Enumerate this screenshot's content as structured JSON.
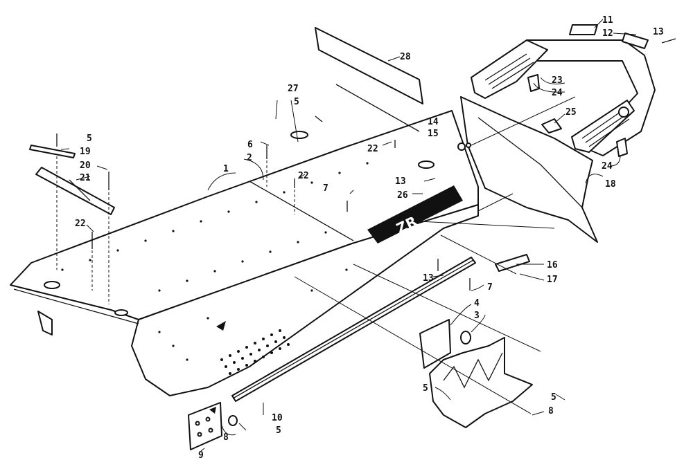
{
  "callouts": {
    "c1": "1",
    "c2": "2",
    "c3": "3",
    "c4": "4",
    "c5a": "5",
    "c5b": "5",
    "c5c": "5",
    "c5d": "5",
    "c5e": "5",
    "c6": "6",
    "c7a": "7",
    "c7b": "7",
    "c8a": "8",
    "c8b": "8",
    "c9": "9",
    "c10": "10",
    "c11": "11",
    "c12": "12",
    "c13a": "13",
    "c13b": "13",
    "c13c": "13",
    "c14": "14",
    "c15": "15",
    "c16": "16",
    "c17": "17",
    "c18": "18",
    "c19": "19",
    "c20": "20",
    "c21": "21",
    "c22a": "22",
    "c22b": "22",
    "c22c": "22",
    "c23": "23",
    "c24a": "24",
    "c24b": "24",
    "c25": "25",
    "c26": "26",
    "c27": "27",
    "c28": "28"
  }
}
